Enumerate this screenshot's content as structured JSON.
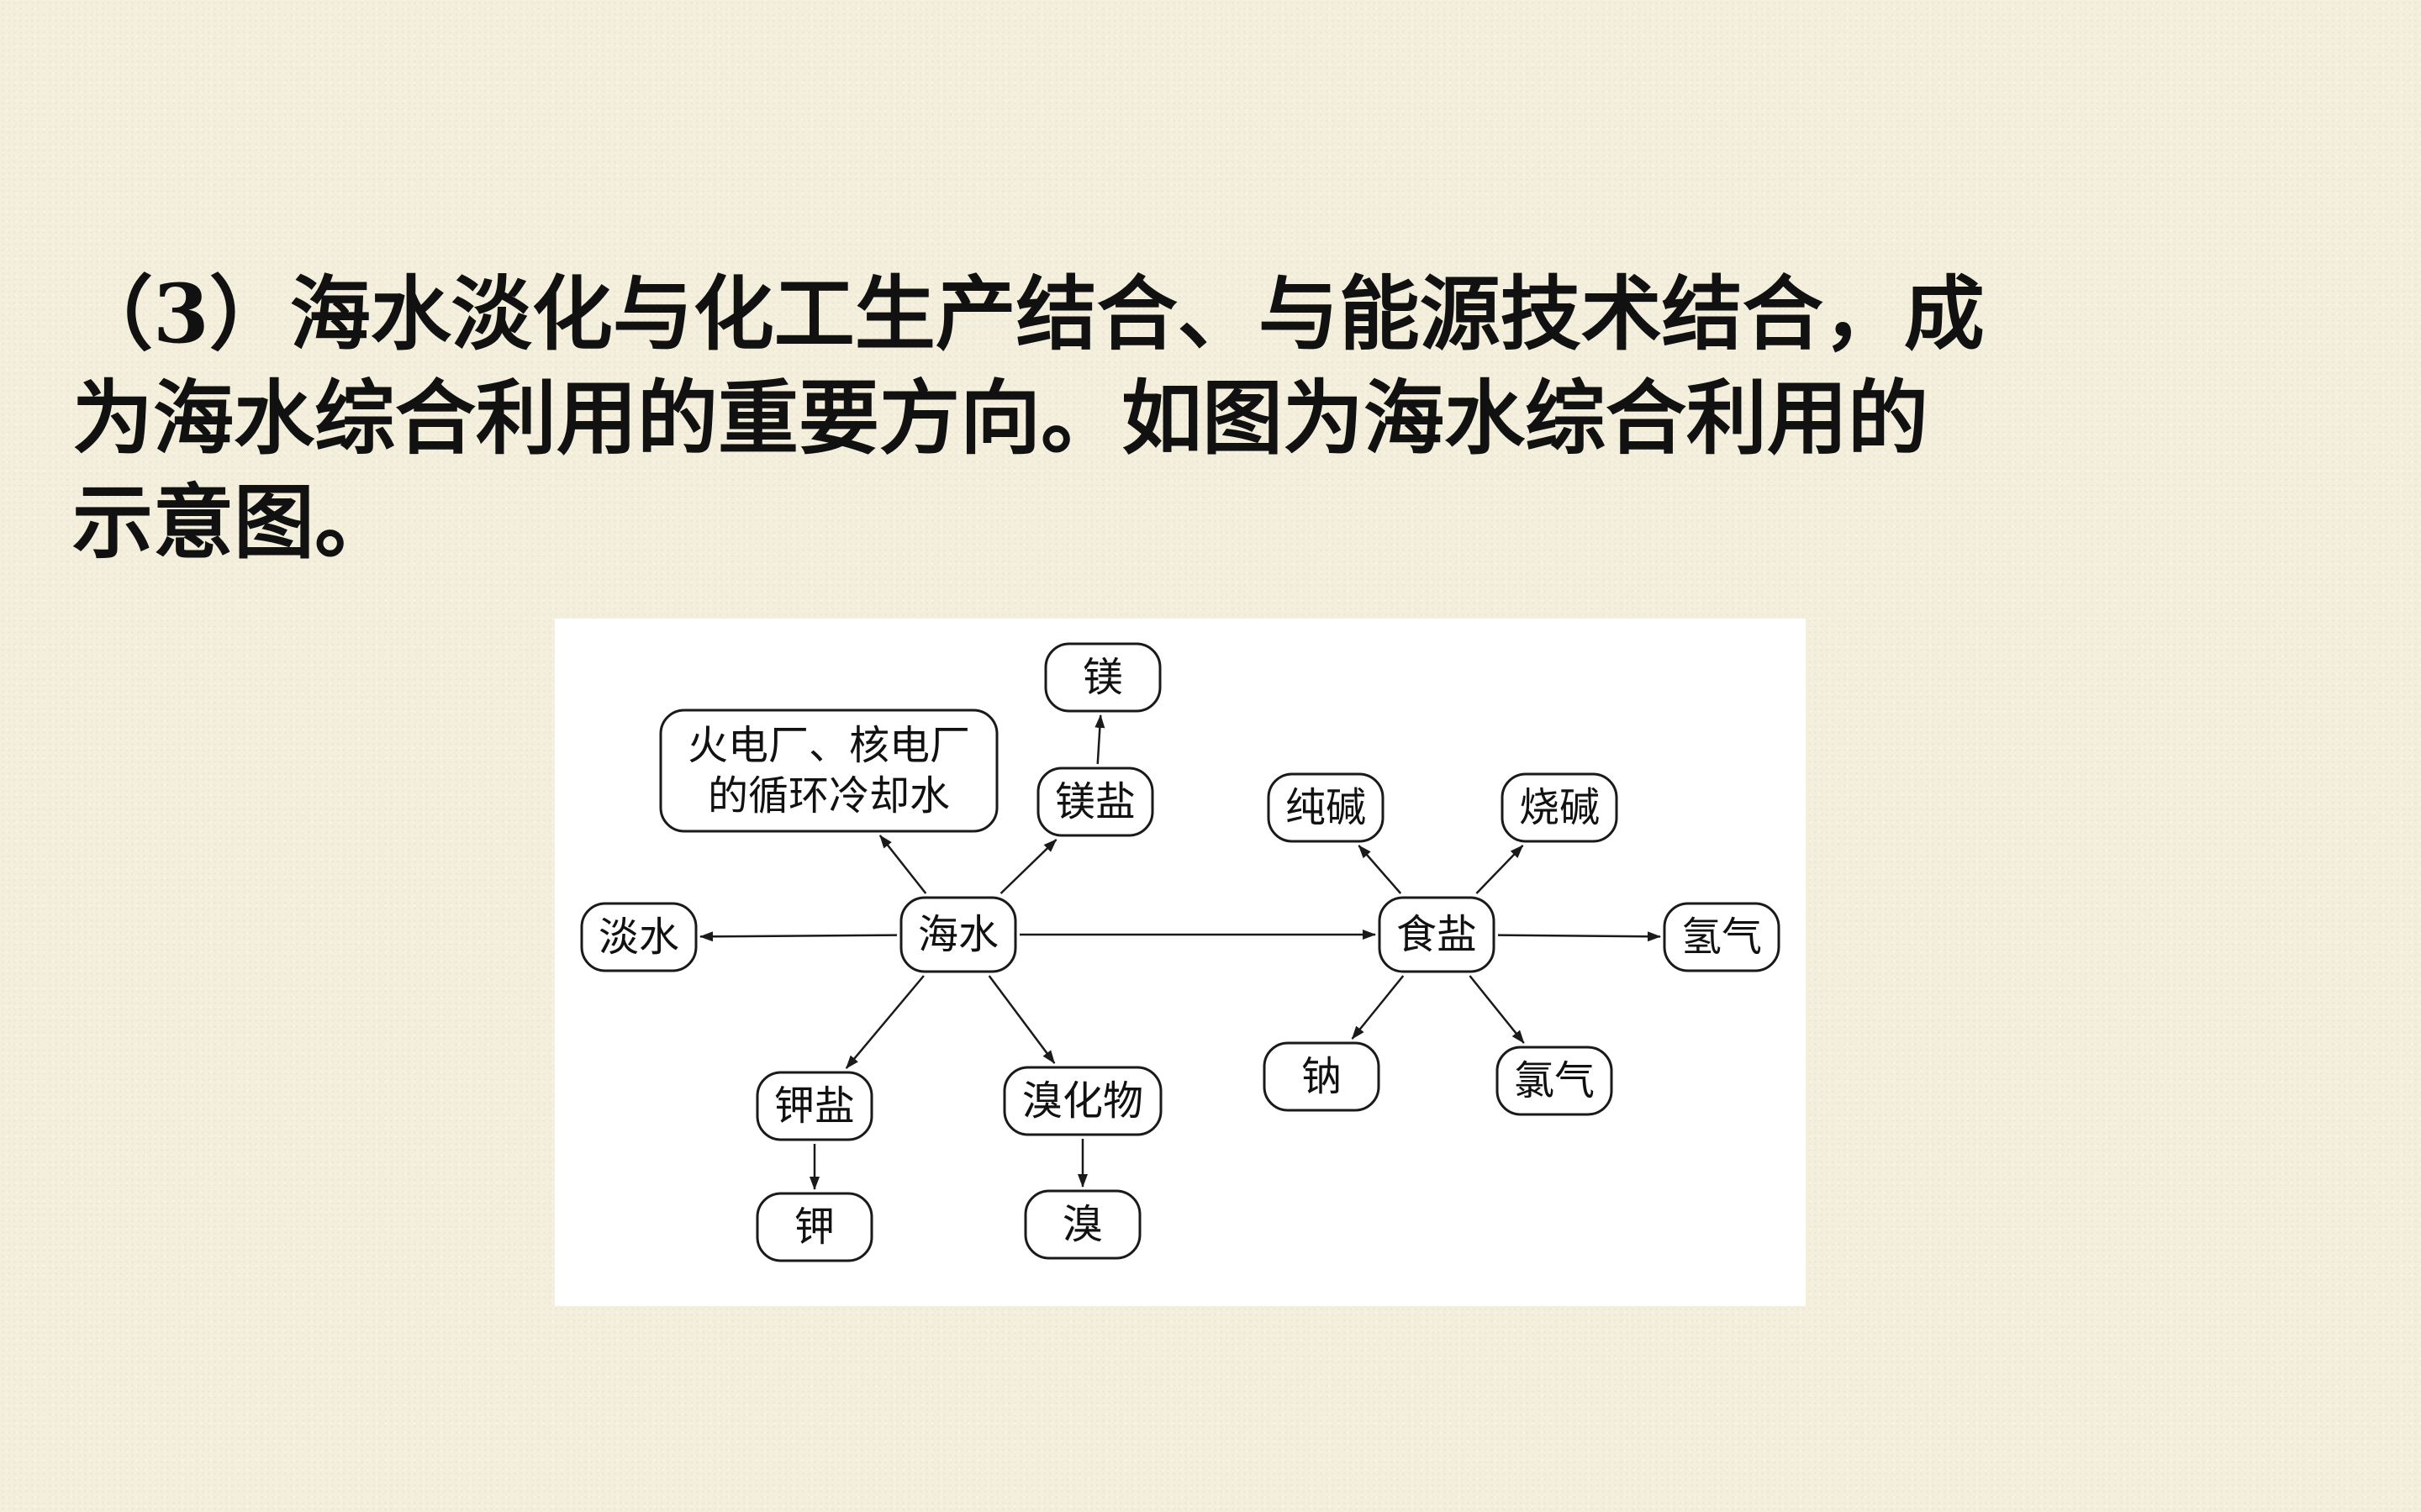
{
  "text": {
    "lines": [
      "（3）海水淡化与化工生产结合、与能源技术结合，成",
      "为海水综合利用的重要方向。如图为海水综合利用的",
      "示意图。"
    ]
  },
  "diagram": {
    "nodes": {
      "seawater": "海水",
      "fresh_water": "淡水",
      "cooling_water": [
        "火电厂、核电厂",
        "的循环冷却水"
      ],
      "magnesium_salt": "镁盐",
      "magnesium": "镁",
      "potassium_salt": "钾盐",
      "potassium": "钾",
      "bromide": "溴化物",
      "bromine": "溴",
      "salt": "食盐",
      "soda_ash": "纯碱",
      "caustic_soda": "烧碱",
      "hydrogen": "氢气",
      "sodium": "钠",
      "chlorine": "氯气"
    },
    "edges": [
      [
        "seawater",
        "fresh_water"
      ],
      [
        "seawater",
        "cooling_water"
      ],
      [
        "seawater",
        "magnesium_salt"
      ],
      [
        "magnesium_salt",
        "magnesium"
      ],
      [
        "seawater",
        "potassium_salt"
      ],
      [
        "potassium_salt",
        "potassium"
      ],
      [
        "seawater",
        "bromide"
      ],
      [
        "bromide",
        "bromine"
      ],
      [
        "seawater",
        "salt"
      ],
      [
        "salt",
        "soda_ash"
      ],
      [
        "salt",
        "caustic_soda"
      ],
      [
        "salt",
        "hydrogen"
      ],
      [
        "salt",
        "sodium"
      ],
      [
        "salt",
        "chlorine"
      ]
    ]
  }
}
